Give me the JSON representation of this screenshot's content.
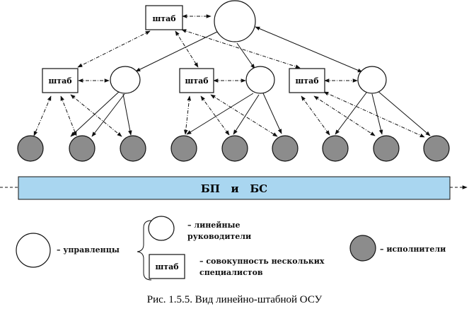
{
  "diagram": {
    "staff_label": "штаб",
    "base_label": "БП   и   БС",
    "colors": {
      "performer_fill": "#8c8c8c",
      "base_bar_fill": "#a9d6f0",
      "line": "#111111"
    }
  },
  "legend": {
    "managers_label": "– управленцы",
    "line_managers_label_1": "– линейные",
    "line_managers_label_2": "руководители",
    "staff_label_1": "– совокупность нескольких",
    "staff_label_2": "специалистов",
    "performers_label": "– исполнители",
    "staff_box_label": "штаб"
  },
  "caption": "Рис. 1.5.5.  Вид  линейно-штабной  ОСУ"
}
